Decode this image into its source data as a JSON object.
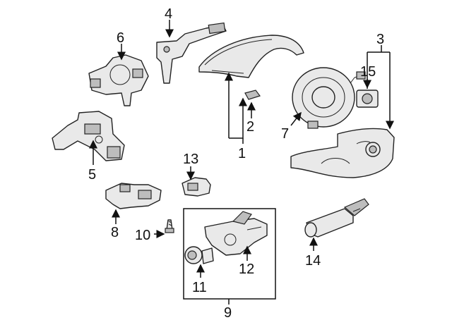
{
  "diagram": {
    "callouts": [
      {
        "id": "1",
        "label": "1"
      },
      {
        "id": "2",
        "label": "2"
      },
      {
        "id": "3",
        "label": "3"
      },
      {
        "id": "4",
        "label": "4"
      },
      {
        "id": "5",
        "label": "5"
      },
      {
        "id": "6",
        "label": "6"
      },
      {
        "id": "7",
        "label": "7"
      },
      {
        "id": "8",
        "label": "8"
      },
      {
        "id": "9",
        "label": "9"
      },
      {
        "id": "10",
        "label": "10"
      },
      {
        "id": "11",
        "label": "11"
      },
      {
        "id": "12",
        "label": "12"
      },
      {
        "id": "13",
        "label": "13"
      },
      {
        "id": "14",
        "label": "14"
      },
      {
        "id": "15",
        "label": "15"
      }
    ],
    "colors": {
      "line": "#111111",
      "part_fill": "#e9e9e9",
      "part_shade": "#bdbdbd",
      "background": "#ffffff"
    }
  }
}
